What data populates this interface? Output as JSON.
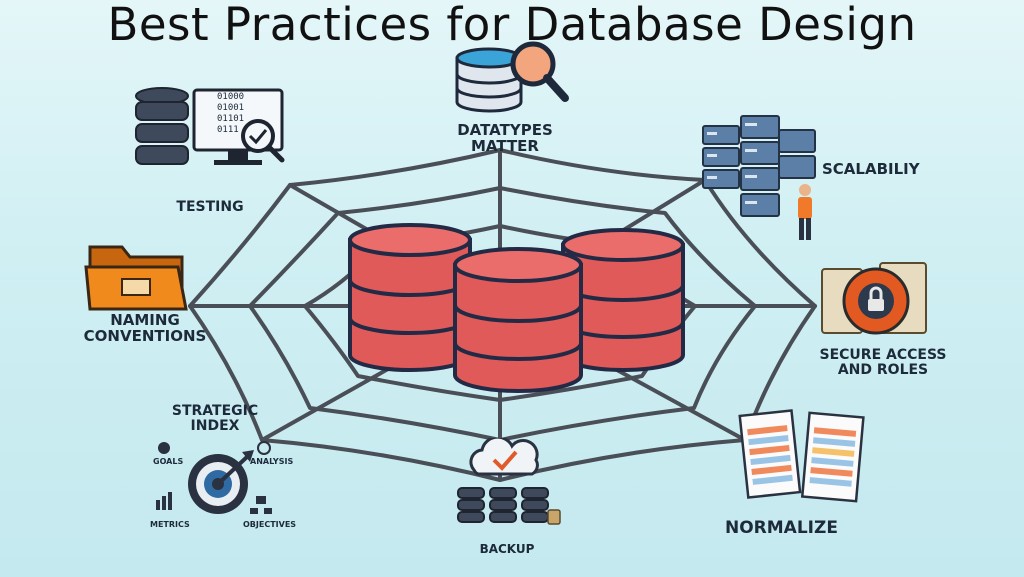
{
  "title": "Best Practices for Database Design",
  "nodes": {
    "datatypes": [
      "DATATYPES",
      "MATTER"
    ],
    "testing": [
      "TESTING"
    ],
    "scalability": [
      "SCALABILIY"
    ],
    "naming": [
      "NAMING",
      "CONVENTIONS"
    ],
    "secure": [
      "SECURE ACCESS",
      "AND ROLES"
    ],
    "strategic": [
      "STRATEGIC",
      "INDEX"
    ],
    "backup": [
      "BACKUP"
    ],
    "normalize": [
      "NORMALIZE"
    ]
  },
  "index_labels": {
    "goals": "GOALS",
    "analysis": "ANALYSIS",
    "metrics": "METRICS",
    "objectives": "OBJECTIVES"
  },
  "testing_binary": [
    "01000",
    "01001",
    "01101",
    "0111"
  ],
  "colors": {
    "cylinder_fill": "#e05a5a",
    "cylinder_stroke": "#232a45",
    "web": "#4a4f57",
    "folder": "#f08a1c",
    "server": "#5b7fa6",
    "label": "#1c2a3a"
  }
}
